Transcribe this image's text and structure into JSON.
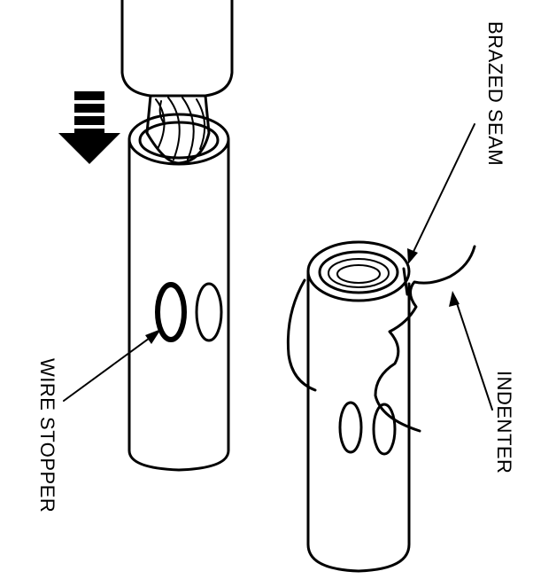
{
  "labels": {
    "wire_stopper": "WIRE STOPPER",
    "brazed_seam": "BRAZED SEAM",
    "indenter": "INDENTER"
  },
  "colors": {
    "line": "#000000",
    "background": "#ffffff"
  },
  "icons": {
    "direction": "down-arrow-icon"
  }
}
